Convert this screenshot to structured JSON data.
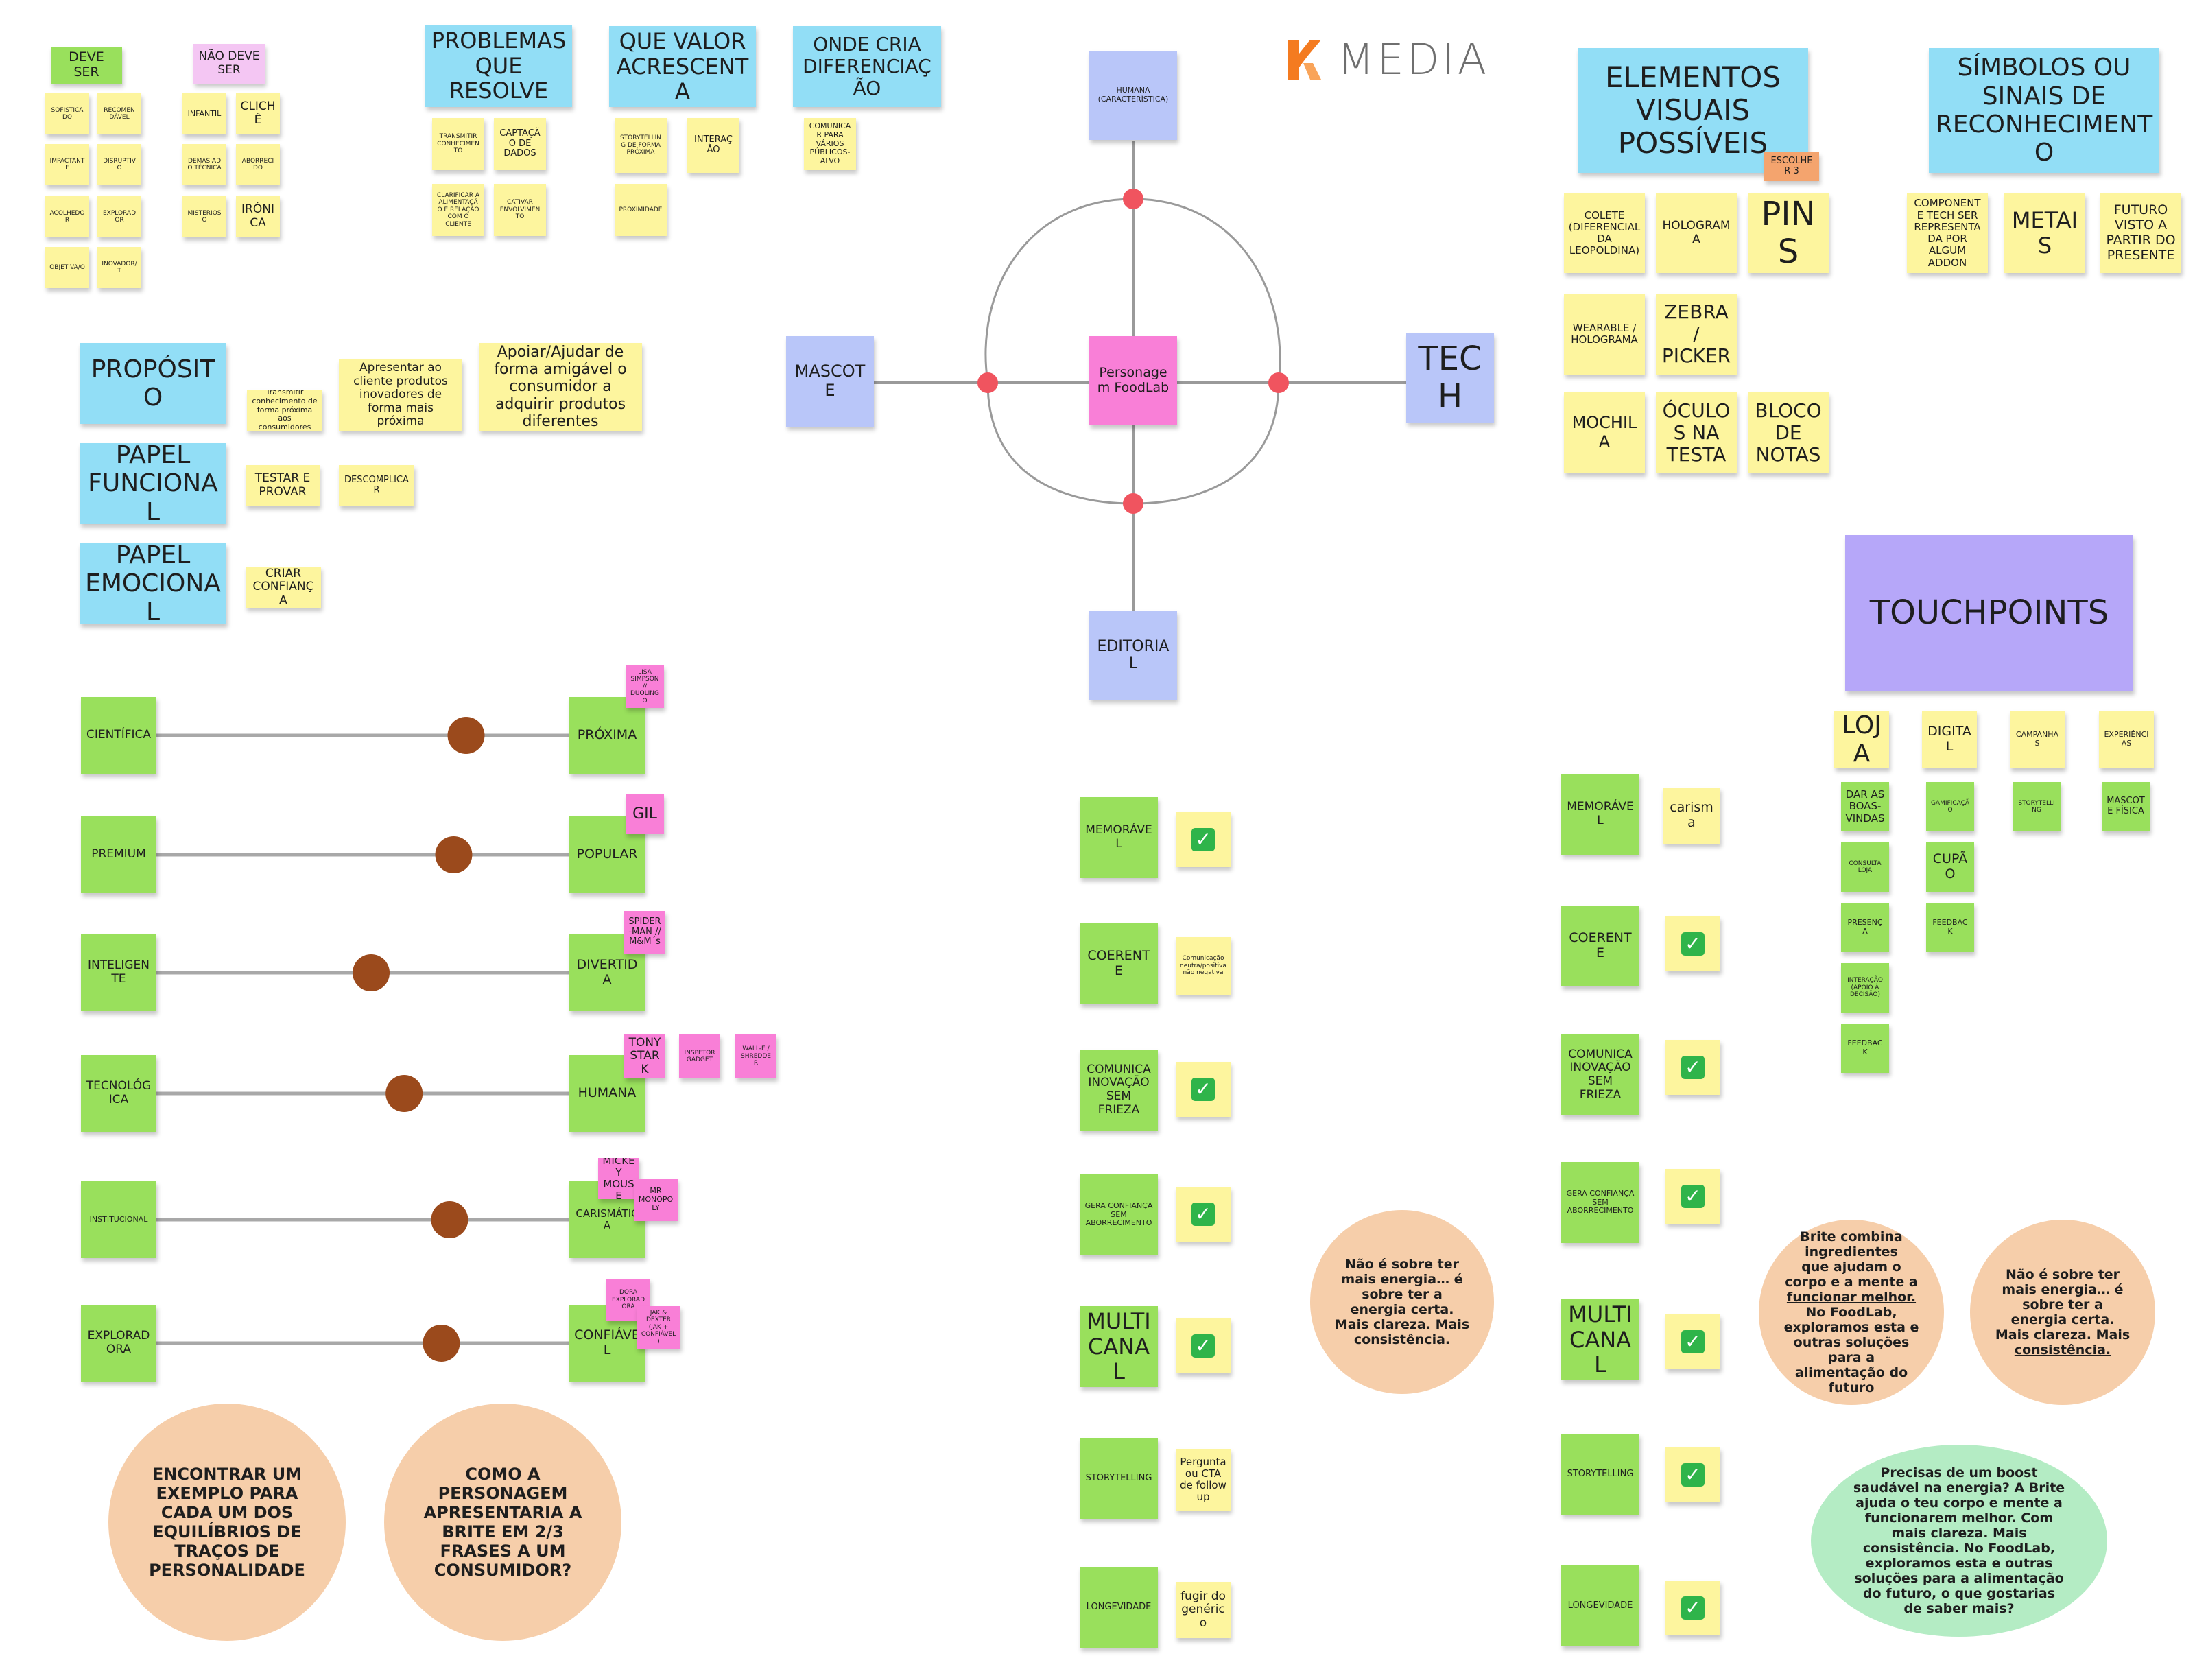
{
  "logo": {
    "text": "MEDIA",
    "accent": "#f47b20",
    "icon": "k-logo-icon"
  },
  "topleft": {
    "deve_ser": {
      "header": "DEVE SER",
      "items": [
        "SOFISTICADO",
        "RECOMENDÁVEL",
        "IMPACTANTE",
        "DISRUPTIVO",
        "ACOLHEDOR",
        "EXPLORADOR",
        "OBJETIVA/O",
        "INOVADOR/T"
      ]
    },
    "nao_deve_ser": {
      "header": "NÃO DEVE SER",
      "items": [
        "INFANTIL",
        "CLICHÊ",
        "DEMASIADO TÉCNICA",
        "ABORRECIDO",
        "MISTERIOSO",
        "IRÓNICA"
      ]
    }
  },
  "problemas": {
    "header": "PROBLEMAS QUE RESOLVE",
    "items": [
      "TRANSMITIR CONHECIMENTO",
      "CAPTAÇÃO DE DADOS",
      "CLARIFICAR A ALIMENTAÇÃO E RELAÇÃO COM O CLIENTE",
      "CATIVAR ENVOLVIMENTO"
    ]
  },
  "valor": {
    "header": "QUE VALOR ACRESCENTA",
    "items": [
      "STORYTELLING DE FORMA PRÓXIMA",
      "INTERAÇÃO",
      "PROXIMIDADE"
    ]
  },
  "diferenciacao": {
    "header": "ONDE CRIA DIFERENCIAÇÃO",
    "items": [
      "COMUNICAR PARA VÁRIOS PÚBLICOS-ALVO"
    ]
  },
  "proposito": {
    "header": "PROPÓSITO",
    "items": [
      "Transmitir conhecimento de forma próxima aos consumidores",
      "Apresentar ao cliente produtos inovadores de forma mais próxima",
      "Apoiar/Ajudar de forma amigável o consumidor a adquirir produtos diferentes"
    ]
  },
  "papel_funcional": {
    "header": "PAPEL FUNCIONAL",
    "items": [
      "TESTAR E PROVAR",
      "DESCOMPLICAR"
    ]
  },
  "papel_emocional": {
    "header": "PAPEL EMOCIONAL",
    "items": [
      "CRIAR CONFIANÇA"
    ]
  },
  "mindmap": {
    "center": "Personagem FoodLab",
    "top": "HUMANA (CARACTERÍSTICA)",
    "left": "MASCOTE",
    "right": "TECH",
    "bottom": "EDITORIAL",
    "colors": {
      "dot": "#f0545f",
      "line": "#9a9a9a"
    }
  },
  "traits": [
    {
      "left": "CIENTÍFICA",
      "right": "PRÓXIMA",
      "value": 0.75,
      "examples": [
        "LISA SIMPSON // DUOLINGO"
      ]
    },
    {
      "left": "PREMIUM",
      "right": "POPULAR",
      "value": 0.72,
      "examples": [
        "GIL"
      ]
    },
    {
      "left": "INTELIGENTE",
      "right": "DIVERTIDA",
      "value": 0.52,
      "examples": [
        "SPIDER-MAN // M&M´s"
      ]
    },
    {
      "left": "TECNOLÓGICA",
      "right": "HUMANA",
      "value": 0.6,
      "examples": [
        "TONY STARK",
        "INSPETOR GADGET",
        "WALL-E / SHREDDER"
      ]
    },
    {
      "left": "INSTITUCIONAL",
      "right": "CARISMÁTICA",
      "value": 0.71,
      "examples": [
        "MICKEY MOUSE",
        "MR MONOPOLY"
      ]
    },
    {
      "left": "EXPLORADORA",
      "right": "CONFIÁVEL",
      "value": 0.69,
      "examples": [
        "DORA EXPLORADORA",
        "JAK & DEXTER (JAK + CONFIÁVEL)"
      ]
    }
  ],
  "bottom_circles": [
    "ENCONTRAR UM EXEMPLO PARA CADA UM DOS EQUILÍBRIOS DE TRAÇOS DE PERSONALIDADE",
    "COMO A PERSONAGEM APRESENTARIA A BRITE EM 2/3 FRASES A UM CONSUMIDOR?"
  ],
  "middle_list": [
    {
      "label": "MEMORÁVEL",
      "note": "✔"
    },
    {
      "label": "COERENTE",
      "note": "Comunicação neutra/positiva não negativa"
    },
    {
      "label": "COMUNICA INOVAÇÃO SEM FRIEZA",
      "note": "✔"
    },
    {
      "label": "GERA CONFIANÇA SEM ABORRECIMENTO",
      "note": "✔"
    },
    {
      "label": "MULTI CANAL",
      "note": "✔"
    },
    {
      "label": "STORYTELLING",
      "note": "Pergunta ou CTA de follow up"
    },
    {
      "label": "LONGEVIDADE",
      "note": "fugir do genérico"
    }
  ],
  "right_list": [
    {
      "label": "MEMORÁVEL",
      "note": "carisma"
    },
    {
      "label": "COERENTE",
      "note": "✔"
    },
    {
      "label": "COMUNICA INOVAÇÃO SEM FRIEZA",
      "note": "✔"
    },
    {
      "label": "GERA CONFIANÇA SEM ABORRECIMENTO",
      "note": "✔"
    },
    {
      "label": "MULTI CANAL",
      "note": "✔"
    },
    {
      "label": "STORYTELLING",
      "note": "✔"
    },
    {
      "label": "LONGEVIDADE",
      "note": "✔"
    }
  ],
  "quote_middle": "Não é sobre ter mais energia… é sobre ter a energia certa. Mais clareza. Mais consistência.",
  "quote_right1": {
    "l1": "Brite combina",
    "l2": "ingredientes",
    "l3": "que ajudam o corpo e a mente a",
    "l4": "funcionar melhor.",
    "l5": "No FoodLab, exploramos esta e outras soluções para a alimentação do futuro"
  },
  "quote_right2": {
    "l1": "Não é sobre ter mais energia… é sobre ter a",
    "l2": "energia certa. Mais clareza. Mais consistência."
  },
  "quote_green": "Precisas de um boost saudável na energia? A Brite ajuda o teu corpo e mente a funcionarem melhor. Com mais clareza. Mais consistência. No FoodLab, exploramos esta e outras soluções para a alimentação do futuro, o que gostarias de saber mais?",
  "elementos": {
    "header": "ELEMENTOS VISUAIS POSSÍVEIS",
    "tag": "ESCOLHER 3",
    "items": [
      "COLETE (DIFERENCIAL DA LEOPOLDINA)",
      "HOLOGRAMA",
      "PINS",
      "WEARABLE / HOLOGRAMA",
      "ZEBRA / PICKER",
      "MOCHILA",
      "ÓCULOS NA TESTA",
      "BLOCO DE NOTAS"
    ]
  },
  "simbolos": {
    "header": "SÍMBOLOS OU SINAIS DE RECONHECIMENTO",
    "items": [
      "COMPONENTE TECH SER REPRESENTADA POR ALGUM ADDON",
      "METAIS",
      "FUTURO VISTO A PARTIR DO PRESENTE"
    ]
  },
  "touchpoints": {
    "header": "TOUCHPOINTS",
    "columns": [
      {
        "title": "LOJA",
        "items": [
          "DAR AS BOAS-VINDAS",
          "CONSULTA LOJA",
          "PRESENÇA",
          "INTERAÇÃO (APOIO À DECISÃO)",
          "FEEDBACK"
        ]
      },
      {
        "title": "DIGITAL",
        "items": [
          "GAMIFICAÇÃO",
          "CUPÃO",
          "FEEDBACK"
        ]
      },
      {
        "title": "CAMPANHAS",
        "items": [
          "STORYTELLING"
        ]
      },
      {
        "title": "EXPERIÊNCIAS",
        "items": [
          "MASCOTE FÍSICA"
        ]
      }
    ]
  }
}
